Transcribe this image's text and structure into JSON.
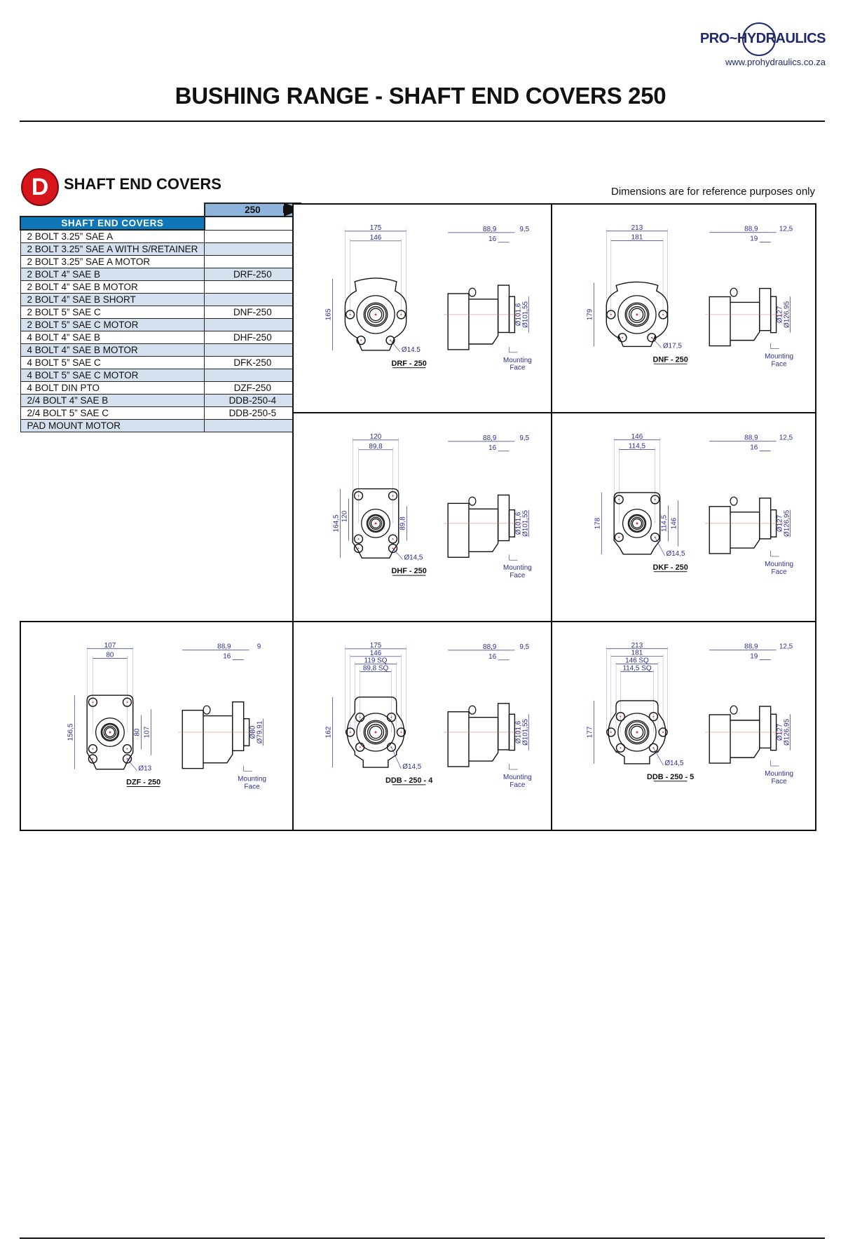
{
  "logo": {
    "name": "PRO~HYDRAULICS",
    "url": "www.prohydraulics.co.za"
  },
  "title": "BUSHING RANGE - SHAFT END COVERS 250",
  "section": {
    "letter": "D",
    "title": "SHAFT END COVERS",
    "note": "Dimensions are for reference purposes only"
  },
  "table": {
    "size_header": "250",
    "name_header": "SHAFT END COVERS",
    "rows": [
      {
        "name": "2 BOLT 3.25” SAE A",
        "code": ""
      },
      {
        "name": "2 BOLT 3.25” SAE A WITH S/RETAINER",
        "code": ""
      },
      {
        "name": "2 BOLT 3.25” SAE A MOTOR",
        "code": ""
      },
      {
        "name": "2 BOLT 4” SAE B",
        "code": "DRF-250"
      },
      {
        "name": "2 BOLT 4” SAE B MOTOR",
        "code": ""
      },
      {
        "name": "2 BOLT 4” SAE B SHORT",
        "code": ""
      },
      {
        "name": "2 BOLT 5” SAE C",
        "code": "DNF-250"
      },
      {
        "name": "2 BOLT 5” SAE C MOTOR",
        "code": ""
      },
      {
        "name": "4 BOLT 4” SAE B",
        "code": "DHF-250"
      },
      {
        "name": "4 BOLT 4” SAE B MOTOR",
        "code": ""
      },
      {
        "name": "4 BOLT 5” SAE C",
        "code": "DFK-250"
      },
      {
        "name": "4 BOLT 5” SAE C MOTOR",
        "code": ""
      },
      {
        "name": "4 BOLT DIN PTO",
        "code": "DZF-250"
      },
      {
        "name": "2/4 BOLT 4” SAE B",
        "code": "DDB-250-4"
      },
      {
        "name": "2/4 BOLT 5” SAE C",
        "code": "DDB-250-5"
      },
      {
        "name": "PAD MOUNT MOTOR",
        "code": ""
      }
    ]
  },
  "drawings": [
    {
      "label": "DRF - 250",
      "shape": "2bolt",
      "top_dims": [
        "175",
        "146"
      ],
      "height": "165",
      "right_dims": [],
      "side": [
        "88,9",
        "16",
        "9,5"
      ],
      "dia": [
        "Ø101,6",
        "Ø101,55"
      ],
      "hole": "Ø14.5",
      "mount": [
        "Mounting",
        "Face"
      ]
    },
    {
      "label": "DNF - 250",
      "shape": "2bolt",
      "top_dims": [
        "213",
        "181"
      ],
      "height": "179",
      "right_dims": [],
      "side": [
        "88,9",
        "19",
        "12,5"
      ],
      "dia": [
        "Ø127",
        "Ø126,95"
      ],
      "hole": "Ø17,5",
      "mount": [
        "Mounting",
        "Face"
      ]
    },
    {
      "label": "DHF - 250",
      "shape": "square",
      "top_dims": [
        "120",
        "89,8"
      ],
      "height": "164,5",
      "height2": "120",
      "right_dims": [
        "89,8"
      ],
      "side": [
        "88,9",
        "16",
        "9,5"
      ],
      "dia": [
        "Ø101,6",
        "Ø101,55"
      ],
      "hole": "Ø14,5",
      "mount": [
        "Mounting",
        "Face"
      ]
    },
    {
      "label": "DKF - 250",
      "shape": "square",
      "top_dims": [
        "146",
        "114,5"
      ],
      "height": "178",
      "right_dims": [
        "114,5",
        "146"
      ],
      "side": [
        "88,9",
        "16",
        "12,5"
      ],
      "dia": [
        "Ø127",
        "Ø126,95"
      ],
      "hole": "Ø14,5",
      "mount": [
        "Mounting",
        "Face"
      ]
    },
    {
      "label": "DZF - 250",
      "shape": "din",
      "top_dims": [
        "107",
        "80"
      ],
      "height": "156,5",
      "right_dims": [
        "80",
        "107"
      ],
      "side": [
        "88,9",
        "16",
        "9"
      ],
      "dia": [
        "Ø80",
        "Ø79,91"
      ],
      "hole": "Ø13",
      "mount": [
        "Mounting",
        "Face"
      ]
    },
    {
      "label": "DDB - 250 - 4",
      "shape": "combo",
      "top_dims": [
        "175",
        "146",
        "119 SQ",
        "89,8 SQ"
      ],
      "height": "162",
      "right_dims": [],
      "side": [
        "88,9",
        "16",
        "9,5"
      ],
      "dia": [
        "Ø101,6",
        "Ø101,55"
      ],
      "hole": "Ø14,5",
      "mount": [
        "Mounting",
        "Face"
      ]
    },
    {
      "label": "DDB - 250 - 5",
      "shape": "combo",
      "top_dims": [
        "213",
        "181",
        "146 SQ",
        "114,5 SQ"
      ],
      "height": "177",
      "right_dims": [],
      "side": [
        "88,9",
        "19",
        "12,5"
      ],
      "dia": [
        "Ø127",
        "Ø126,95"
      ],
      "hole": "Ø14,5",
      "mount": [
        "Mounting",
        "Face"
      ]
    }
  ],
  "colors": {
    "dimension": "#2d2f8f",
    "badge": "#d7151c",
    "header_blue": "#0f76b8",
    "size_blue": "#8fb4dc",
    "row_alt": "#d5e0ee"
  }
}
